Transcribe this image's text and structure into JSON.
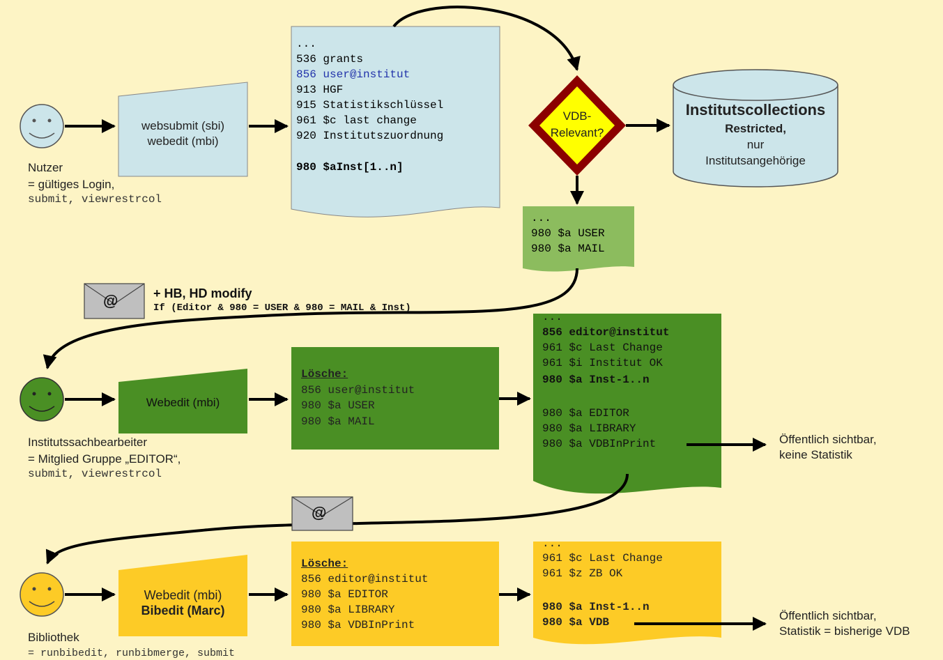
{
  "colors": {
    "background": "#fdf4c5",
    "lightblue": "#cce5ea",
    "darkgreen": "#4a8f24",
    "lightgreen": "#8cbc5e",
    "yellow": "#fdcb26",
    "diamond_outer": "#8b0000",
    "diamond_inner": "#ffff00",
    "envelope": "#bfbfbf"
  },
  "top_row": {
    "actor_caption_1": "Nutzer",
    "actor_caption_2": "= gültiges Login,",
    "actor_caption_3": "submit, viewrestrcol",
    "input_line_1": "websubmit (sbi)",
    "input_line_2": "webedit (mbi)",
    "record_lines": [
      "...",
      "536 grants",
      "856 user@institut",
      "913 HGF",
      "915 Statistikschlüssel",
      "961 $c last change",
      "920 Institutszuordnung",
      "",
      "980 $aInst[1..n]"
    ],
    "decision_line_1": "VDB-",
    "decision_line_2": "Relevant?",
    "collection_title": "Institutscollections",
    "collection_line_2": "Restricted,",
    "collection_line_3": "nur",
    "collection_line_4": "Institutsangehörige",
    "green_record_lines": [
      "...",
      "980 $a USER",
      "980 $a MAIL"
    ]
  },
  "mail_1": {
    "icon": "envelope-at-icon",
    "at_symbol": "@",
    "title": "+ HB, HD modify",
    "condition": "If (Editor & 980 = USER & 980 = MAIL & Inst)"
  },
  "middle_row": {
    "actor_caption_1": "Institutssachbearbeiter",
    "actor_caption_2": "= Mitglied Gruppe „EDITOR“,",
    "actor_caption_3": "submit, viewrestrcol",
    "input_label": "Webedit (mbi)",
    "delete_lines": [
      "Lösche:",
      "856 user@institut",
      "980 $a USER",
      "980 $a MAIL"
    ],
    "record_lines": [
      "...",
      "856 editor@institut",
      "961 $c Last Change",
      "961 $i Institut OK",
      "980 $a Inst-1..n",
      "",
      "980 $a EDITOR",
      "980 $a LIBRARY",
      "980 $a VDBInPrint"
    ],
    "output_line_1": "Öffentlich sichtbar,",
    "output_line_2": "keine Statistik"
  },
  "mail_2": {
    "icon": "envelope-at-icon",
    "at_symbol": "@"
  },
  "bottom_row": {
    "actor_caption_1": "Bibliothek",
    "actor_caption_2": "= runbibedit, runbibmerge, submit",
    "input_line_1": "Webedit (mbi)",
    "input_line_2": "Bibedit (Marc)",
    "delete_lines": [
      "Lösche:",
      "856 editor@institut",
      "980 $a EDITOR",
      "980 $a LIBRARY",
      "980 $a VDBInPrint"
    ],
    "record_lines": [
      "...",
      "961 $c Last Change",
      "961 $z ZB OK",
      "",
      "980 $a Inst-1..n",
      "980 $a VDB"
    ],
    "output_line_1": "Öffentlich sichtbar,",
    "output_line_2": "Statistik = bisherige VDB"
  }
}
